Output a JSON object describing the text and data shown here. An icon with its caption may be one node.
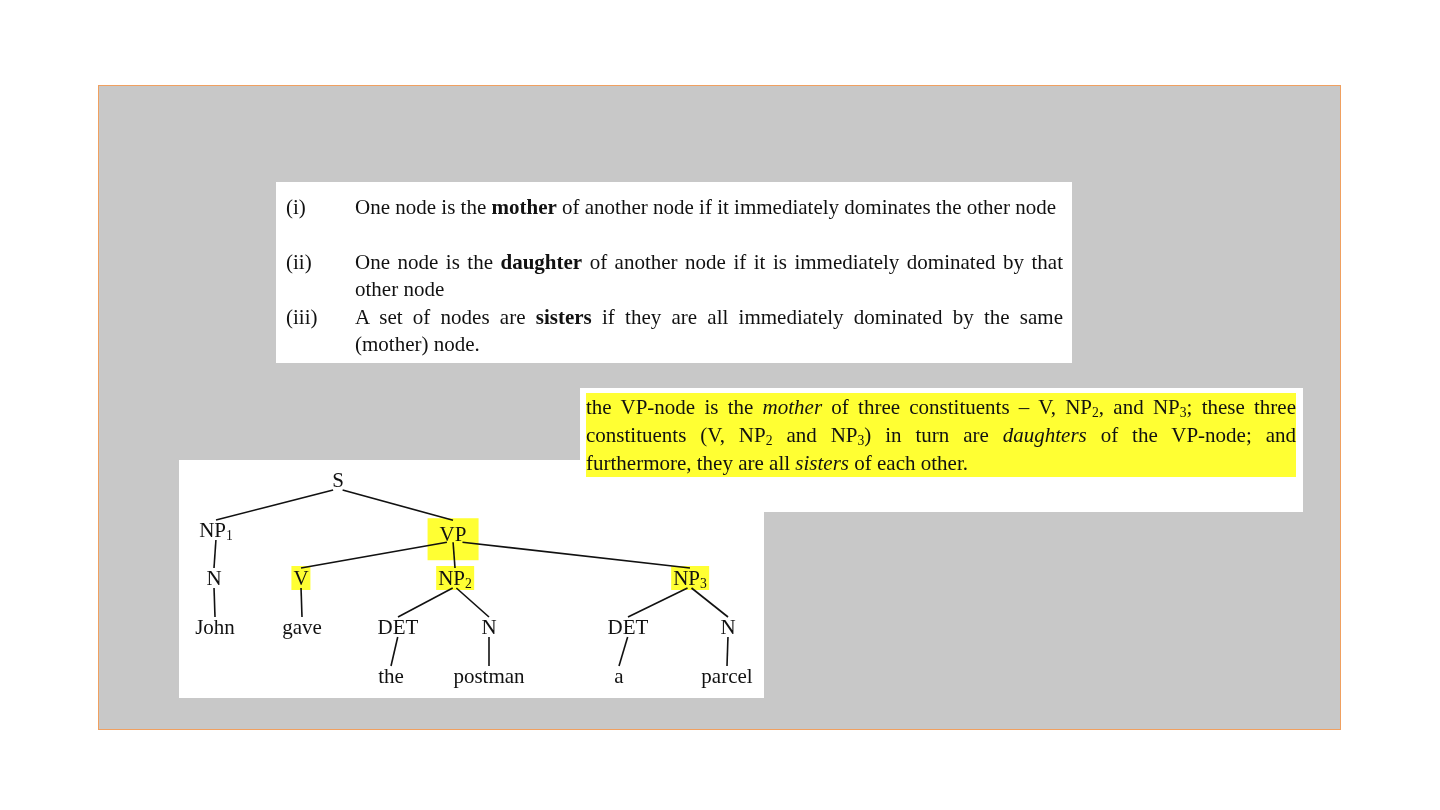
{
  "diagram": {
    "nodes": [
      {
        "text": [
          "S"
        ]
      },
      {
        "text": [
          "NP$_{1}$"
        ]
      },
      {
        "text": [
          "VP"
        ]
      },
      {
        "text": [
          "N"
        ]
      },
      {
        "text": [
          "V"
        ]
      },
      {
        "text": [
          "NP$_{2}$"
        ]
      },
      {
        "text": [
          "NP$_{3}$"
        ]
      },
      {
        "text": [
          "John"
        ]
      },
      {
        "text": [
          "gave"
        ]
      },
      {
        "text": [
          "DET"
        ]
      },
      {
        "text": [
          "N"
        ]
      },
      {
        "text": [
          "DET"
        ]
      },
      {
        "text": [
          "N"
        ]
      },
      {
        "text": [
          "the"
        ]
      },
      {
        "text": [
          "postman"
        ]
      },
      {
        "text": [
          "a"
        ]
      },
      {
        "text": [
          "parcel"
        ]
      }
    ],
    "edges": [
      {
        "from": 0,
        "to": 1,
        "arrow": "none"
      },
      {
        "from": 0,
        "to": 2,
        "arrow": "none"
      },
      {
        "from": 1,
        "to": 3,
        "arrow": "none"
      },
      {
        "from": 3,
        "to": 7,
        "arrow": "none"
      },
      {
        "from": 2,
        "to": 4,
        "arrow": "none"
      },
      {
        "from": 2,
        "to": 5,
        "arrow": "none"
      },
      {
        "from": 2,
        "to": 6,
        "arrow": "none"
      },
      {
        "from": 4,
        "to": 8,
        "arrow": "none"
      },
      {
        "from": 5,
        "to": 9,
        "arrow": "none"
      },
      {
        "from": 5,
        "to": 10,
        "arrow": "none"
      },
      {
        "from": 6,
        "to": 11,
        "arrow": "none"
      },
      {
        "from": 6,
        "to": 12,
        "arrow": "none"
      },
      {
        "from": 9,
        "to": 13,
        "arrow": "none"
      },
      {
        "from": 10,
        "to": 14,
        "arrow": "none"
      },
      {
        "from": 11,
        "to": 15,
        "arrow": "none"
      },
      {
        "from": 12,
        "to": 16,
        "arrow": "none"
      }
    ],
    "labels": [
      "(i)",
      "One node is the **mother** of another node if it immediately dominates the other node",
      "(ii)",
      "One node is the **daughter** of another node if it is immediately dominated by that other node",
      "(iii)",
      "A set of nodes are **sisters** if they are all immediately dominated by the same (mother) node.",
      "the VP-node is the *mother* of three constituents – V, NP$_{2}$, and NP$_{3}$; these three constituents (V, NP$_{2}$ and NP$_{3}$) in turn are *daughters* of the VP-node; and furthermore, they are all *sisters* of each other."
    ]
  }
}
